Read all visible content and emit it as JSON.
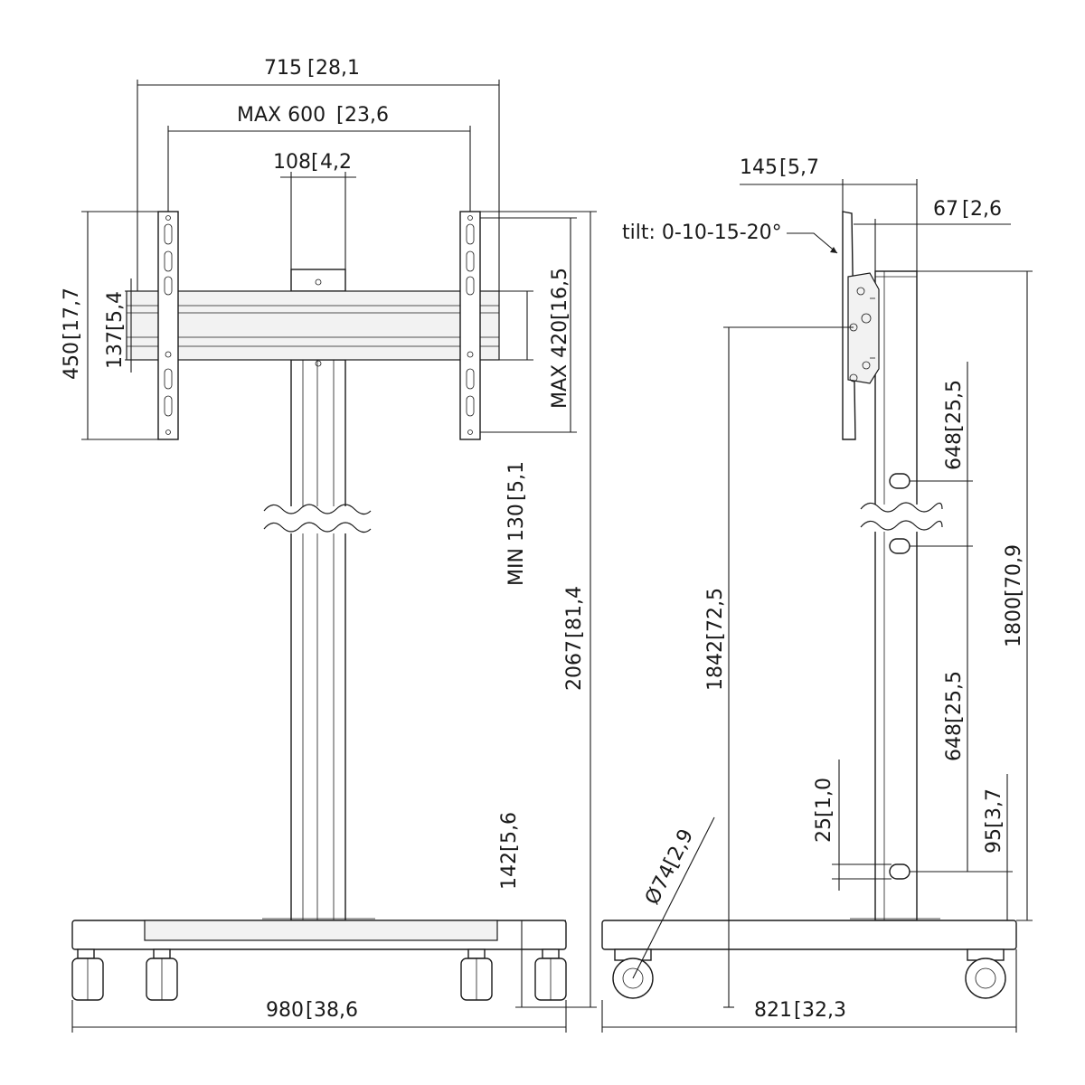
{
  "front_view": {
    "width_total": "715",
    "width_total_in": "28,1",
    "vesa_max_width": "MAX 600",
    "vesa_max_width_in": "23,6",
    "column_width": "108",
    "column_width_in": "4,2",
    "bracket_height": "450",
    "bracket_height_in": "17,7",
    "rail_height": "137",
    "rail_height_in": "5,4",
    "vesa_max_height": "MAX 420",
    "vesa_max_height_in": "16,5",
    "vesa_min_height": "MIN 130",
    "vesa_min_height_in": "5,1",
    "total_height": "2067",
    "total_height_in": "81,4",
    "base_height": "142",
    "base_height_in": "5,6",
    "base_width": "980",
    "base_width_in": "38,6"
  },
  "side_view": {
    "mount_depth": "145",
    "mount_depth_in": "5,7",
    "mount_offset": "67",
    "mount_offset_in": "2,6",
    "tilt": "tilt: 0-10-15-20°",
    "adjust_upper": "648",
    "adjust_upper_in": "25,5",
    "adjust_lower": "648",
    "adjust_lower_in": "25,5",
    "column_height": "1800",
    "column_height_in": "70,9",
    "max_center_height": "1842",
    "max_center_height_in": "72,5",
    "step": "25",
    "step_in": "1,0",
    "bottom_offset": "95",
    "bottom_offset_in": "3,7",
    "wheel_diameter": "74",
    "wheel_diameter_in": "2,9",
    "base_depth": "821",
    "base_depth_in": "32,3"
  }
}
